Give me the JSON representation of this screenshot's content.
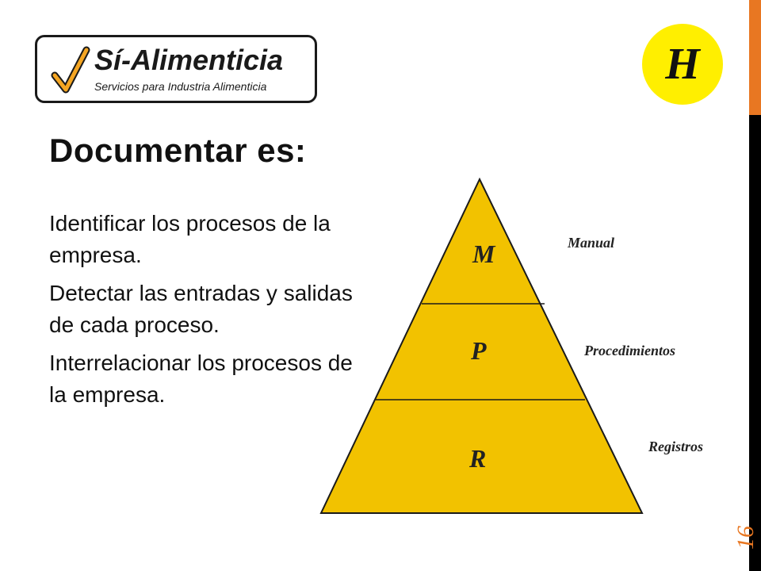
{
  "logo": {
    "name": "Sí-Alimenticia",
    "tagline": "Servicios para Industria Alimenticia"
  },
  "badge": {
    "letter": "H"
  },
  "title": "Documentar es:",
  "bullets": [
    "Identificar los procesos de la empresa.",
    "Detectar las entradas y salidas de cada proceso.",
    "Interrelacionar los procesos de la empresa."
  ],
  "pyramid": {
    "levels": [
      {
        "letter": "M",
        "label": "Manual"
      },
      {
        "letter": "P",
        "label": "Procedimientos"
      },
      {
        "letter": "R",
        "label": "Registros"
      }
    ],
    "fill_color": "#f2c200",
    "outline_color": "#1a1a1a"
  },
  "page_number": "16",
  "colors": {
    "accent_orange": "#e87722",
    "badge_yellow": "#ffef00",
    "check_orange": "#f5a623"
  }
}
